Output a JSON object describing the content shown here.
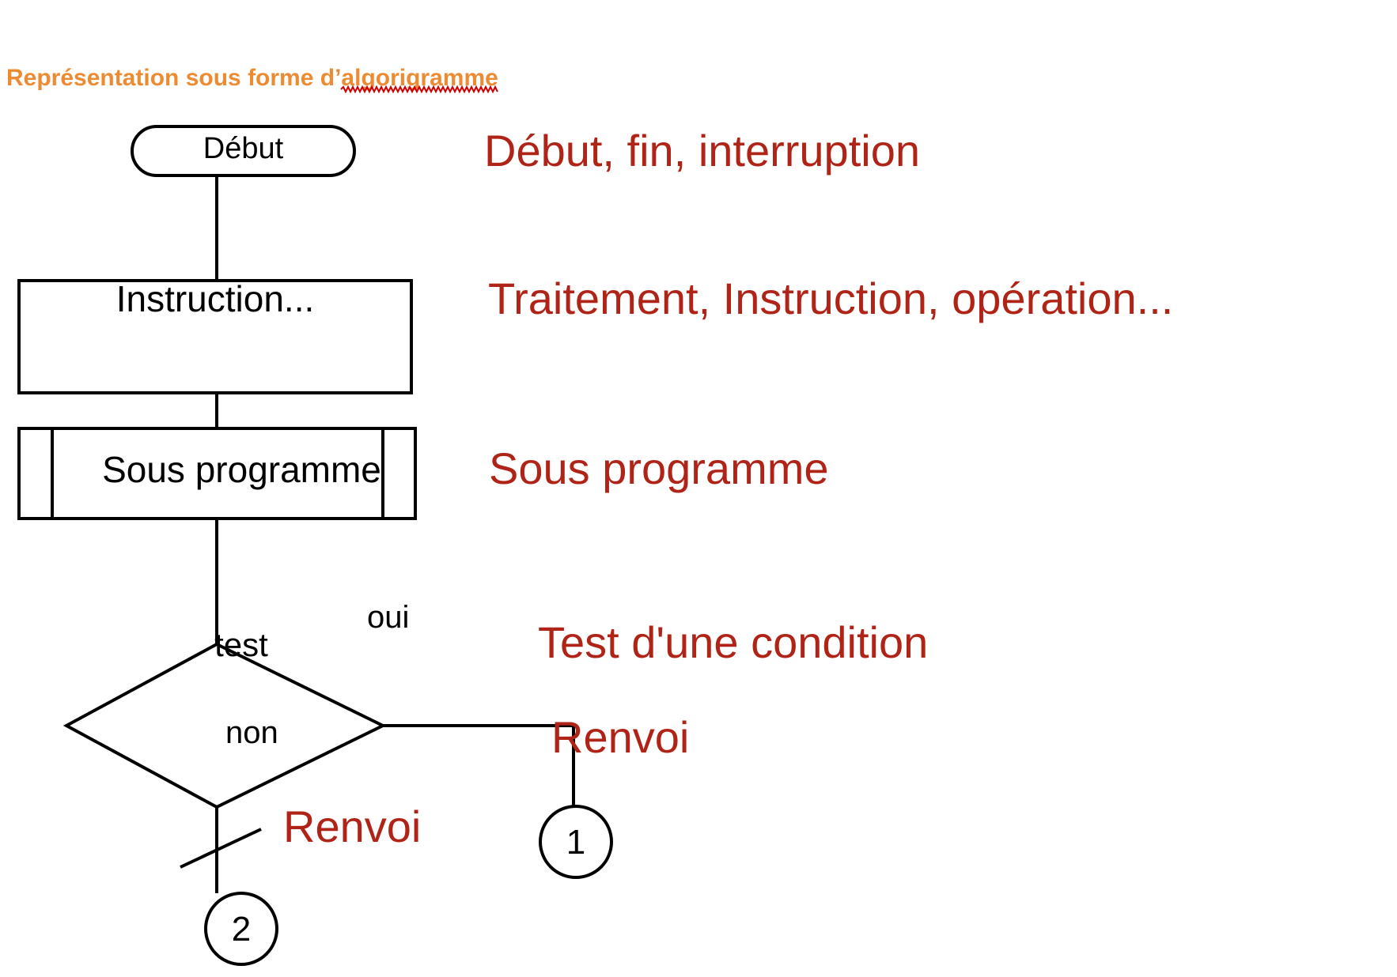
{
  "title": {
    "prefix": "Représentation sous forme d’",
    "misspelled_word": "algorigramme",
    "color": "#ED8B32",
    "underline_color": "#CC0000"
  },
  "palette": {
    "caption_red": "#B02418",
    "shape_stroke": "#000000",
    "background": "#FFFFFF"
  },
  "flowchart": {
    "nodes": [
      {
        "id": "debut",
        "shape": "terminator",
        "label": "Début"
      },
      {
        "id": "instruction",
        "shape": "process",
        "label": "Instruction..."
      },
      {
        "id": "sousprog",
        "shape": "subroutine",
        "label": "Sous programme"
      },
      {
        "id": "test",
        "shape": "decision",
        "label": "test"
      },
      {
        "id": "connector1",
        "shape": "connector",
        "label": "1"
      },
      {
        "id": "connector2",
        "shape": "connector",
        "label": "2"
      }
    ],
    "edge_labels": {
      "yes": "oui",
      "no": "non"
    }
  },
  "captions": [
    {
      "id": "caption-debut",
      "text": "Début, fin, interruption"
    },
    {
      "id": "caption-trait",
      "text": "Traitement, Instruction, opération..."
    },
    {
      "id": "caption-sousprog",
      "text": "Sous programme"
    },
    {
      "id": "caption-test",
      "text": "Test d'une condition"
    },
    {
      "id": "caption-renvoi1",
      "text": "Renvoi"
    },
    {
      "id": "caption-renvoi2",
      "text": "Renvoi"
    }
  ]
}
